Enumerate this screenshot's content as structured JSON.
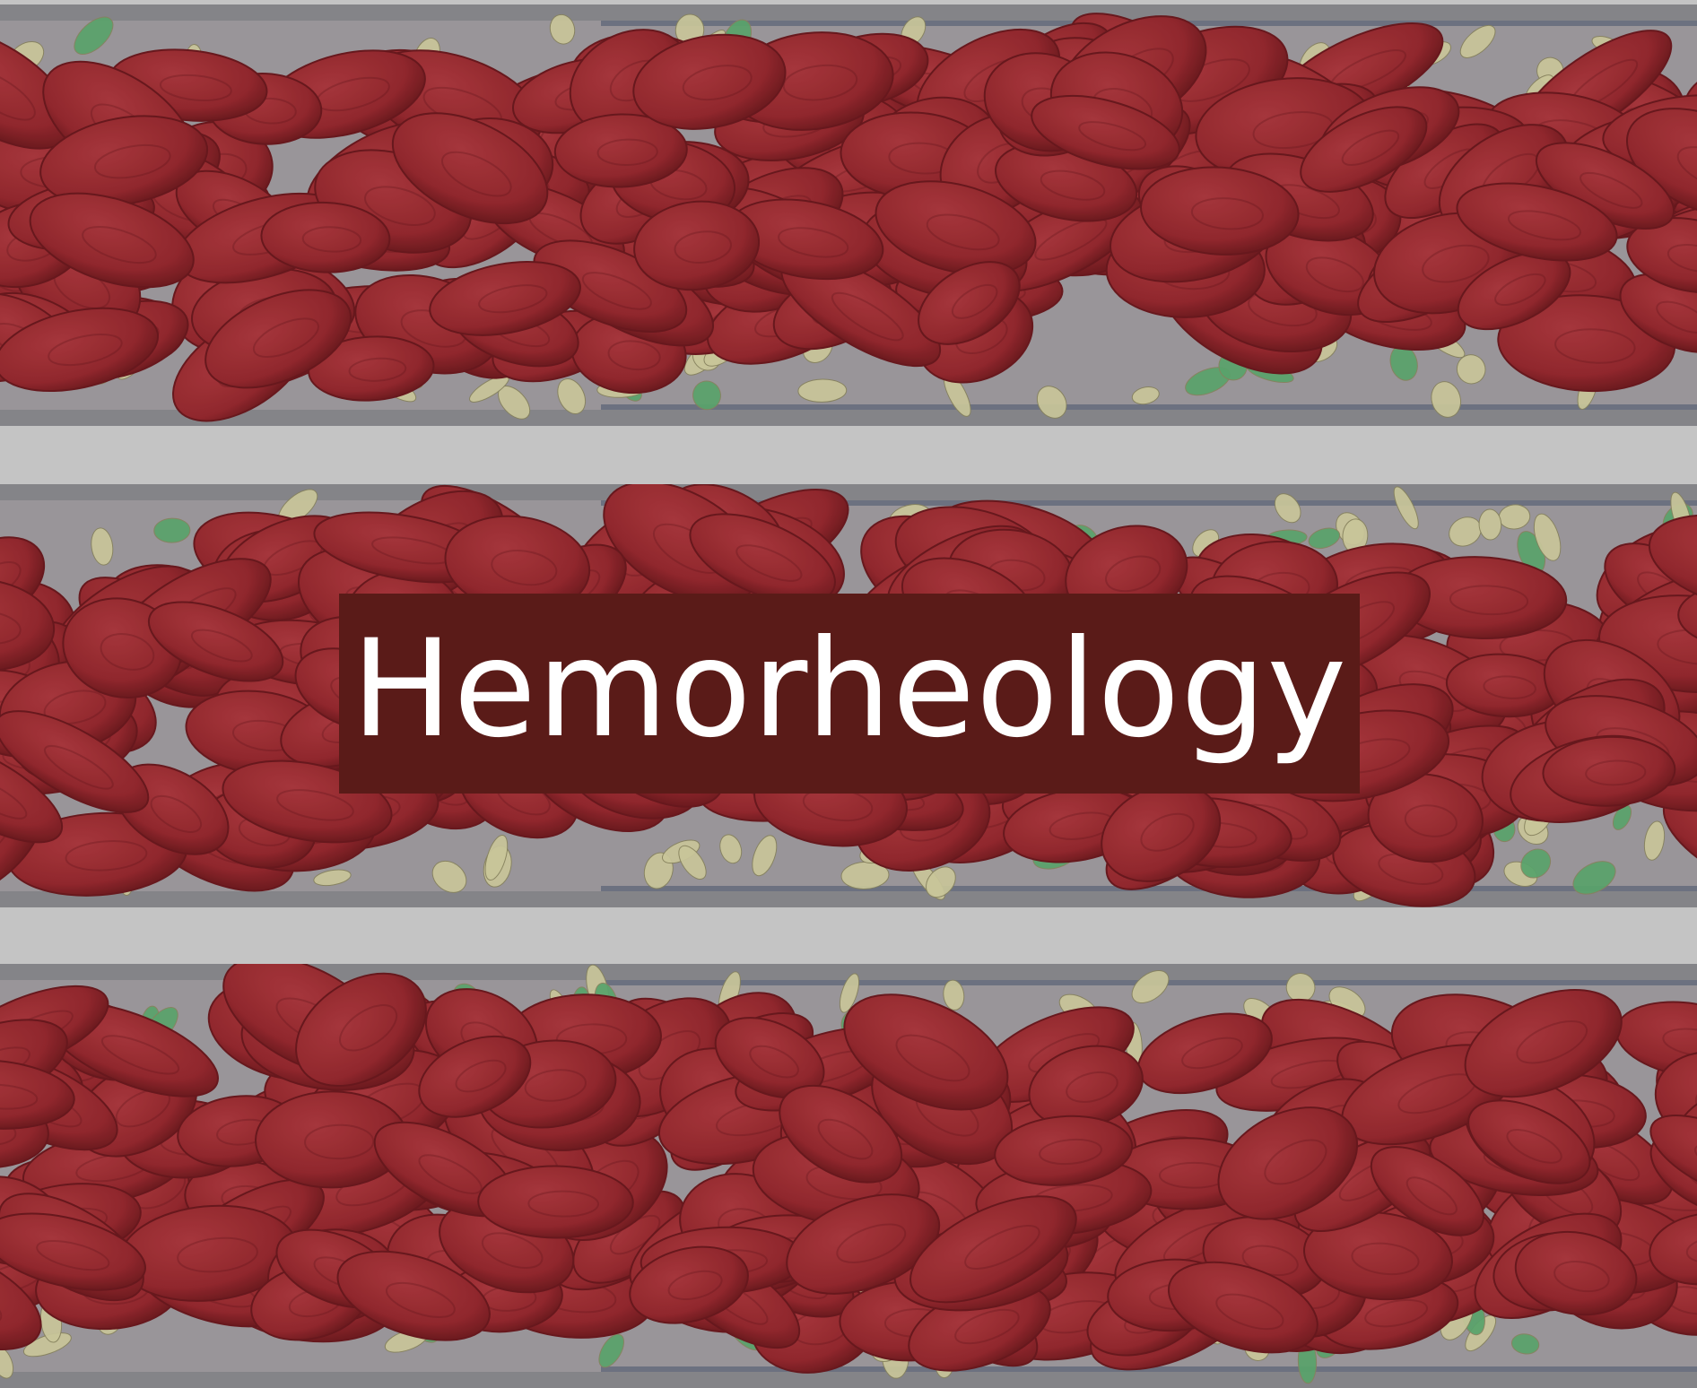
{
  "title": "Hemorheology",
  "colors": {
    "background": "#c4c4c4",
    "vessel_fill": "#a39fa3",
    "vessel_edge": "#8d8d91",
    "red_cell": "#9a2a30",
    "red_cell_highlight": "#b03a40",
    "red_cell_shadow": "#6e1a1f",
    "platelet": "#d6d3a4",
    "white_cell": "#5fae72",
    "title_box": "#5a1b18",
    "title_text": "#ffffff"
  },
  "vessels": [
    {
      "name": "top-vessel"
    },
    {
      "name": "middle-vessel"
    },
    {
      "name": "bottom-vessel"
    }
  ]
}
